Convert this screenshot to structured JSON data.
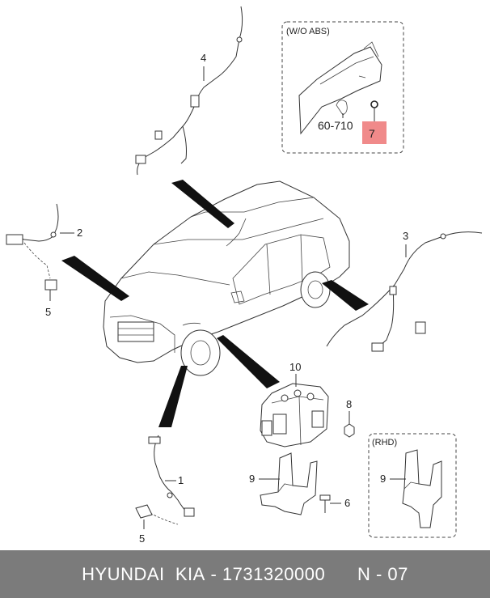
{
  "callouts": {
    "c1": "1",
    "c2": "2",
    "c3": "3",
    "c4": "4",
    "c5a": "5",
    "c5b": "5",
    "c6": "6",
    "c7": "7",
    "c8": "8",
    "c9a": "9",
    "c9b": "9",
    "c10": "10",
    "ref": "60-710"
  },
  "insets": {
    "wo_abs": "(W/O ABS)",
    "rhd": "(RHD)"
  },
  "highlight_color": "#f08a8a",
  "footer": {
    "brand": "HYUNDAI  KIA",
    "separator": " - ",
    "part_number": "1731320000",
    "gap": "      ",
    "page": "N - 07"
  }
}
